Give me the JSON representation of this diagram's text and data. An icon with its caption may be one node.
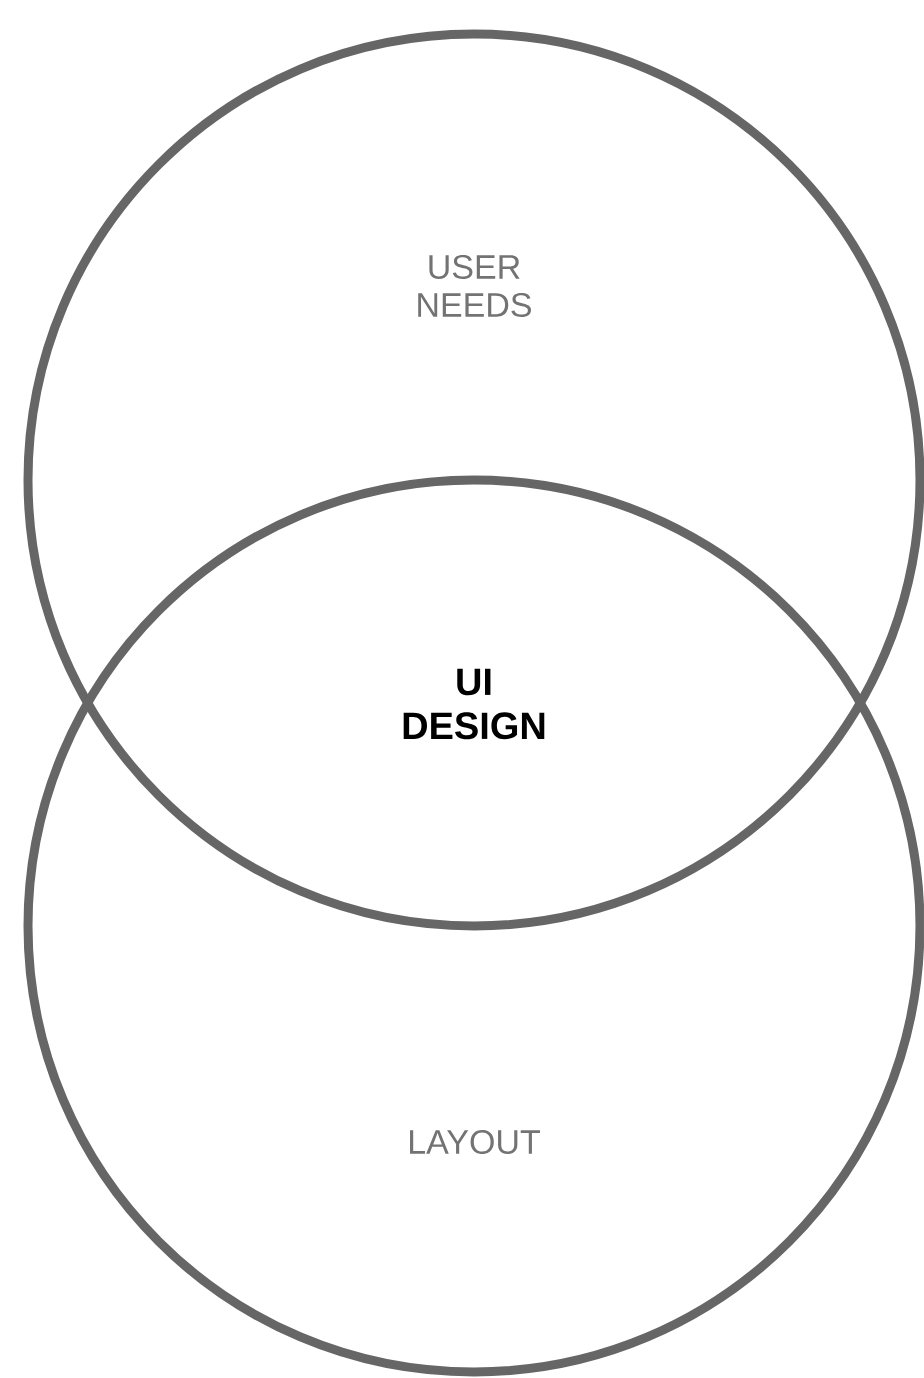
{
  "diagram": {
    "nodes": [
      {
        "text": [
          "USER NEEDS"
        ]
      },
      {
        "text": [
          "LAYOUT"
        ]
      }
    ],
    "labels": [
      "UI DESIGN"
    ]
  }
}
